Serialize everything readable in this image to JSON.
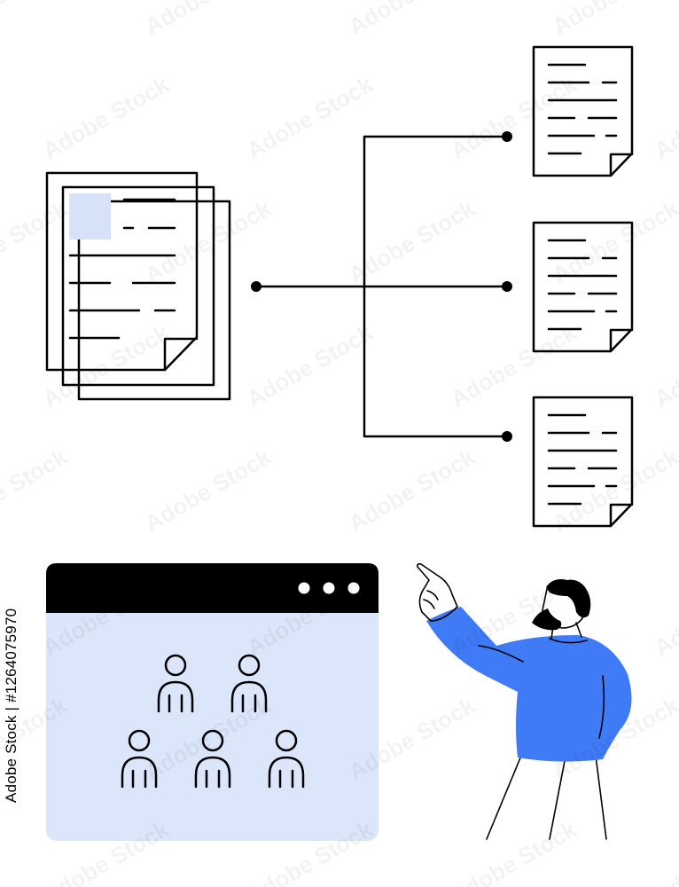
{
  "watermark": {
    "stock_id_text": "Adobe Stock | #1264075970",
    "logo_text": "Adobe Stock"
  },
  "colors": {
    "ink": "#000000",
    "panel_fill": "#dce6fa",
    "thumb_fill": "#d6e2f8",
    "shirt": "#3f7af7",
    "background": "#ffffff"
  },
  "browser_window": {
    "dots_count": 3
  }
}
